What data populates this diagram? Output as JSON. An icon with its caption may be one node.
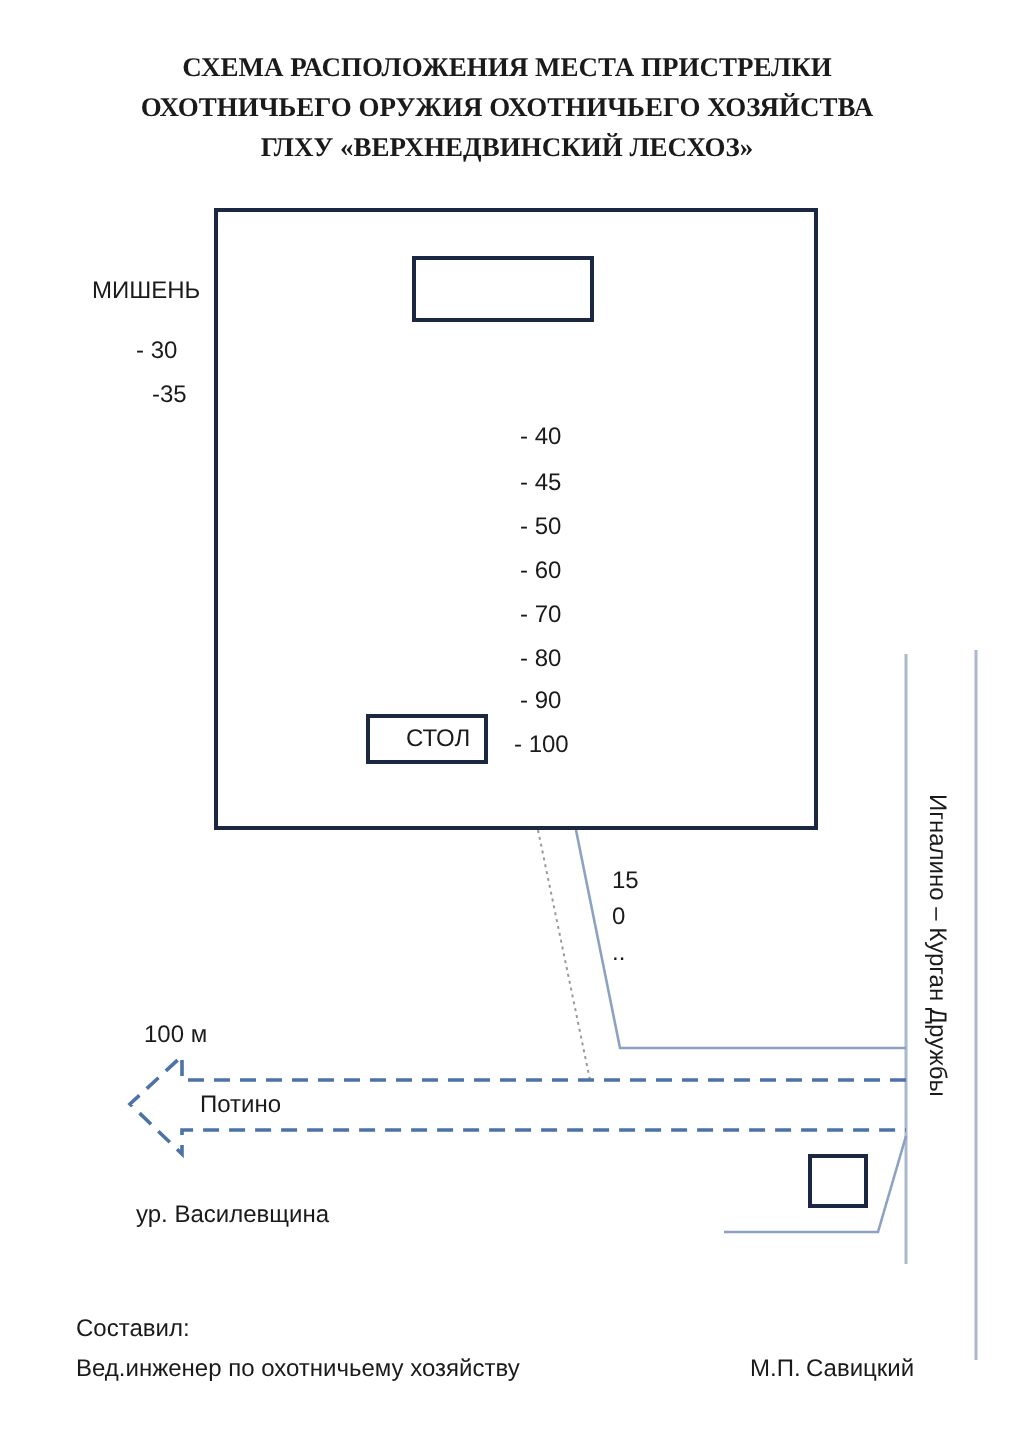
{
  "diagram": {
    "title": "СХЕМА РАСПОЛОЖЕНИЯ МЕСТА ПРИСТРЕЛКИ ОХОТНИЧЬЕГО ОРУЖИЯ ОХОТНИЧЬЕГО ХОЗЯЙСТВА ГЛХУ «ВЕРХНЕДВИНСКИЙ ЛЕСХОЗ»",
    "nodes": [
      {
        "text": [],
        "shape": "box"
      },
      {
        "text": [],
        "shape": "box",
        "in": 0
      },
      {
        "text": [
          "СТОЛ"
        ],
        "in": 0
      },
      {
        "text": [],
        "shape": "box"
      }
    ],
    "labels": [
      "МИШЕНЬ",
      "- 30",
      "-35",
      "- 40",
      "- 45",
      "- 50",
      "- 60",
      "- 70",
      "- 80",
      "- 90",
      "- 100",
      "15 0 ..",
      "Игналино – Курган Дружбы",
      "100 м",
      "Потино",
      "ур. Василевщина",
      "Составил:",
      "Вед.инженер по охотничьему хозяйству",
      "М.П.",
      "Савицкий"
    ]
  }
}
